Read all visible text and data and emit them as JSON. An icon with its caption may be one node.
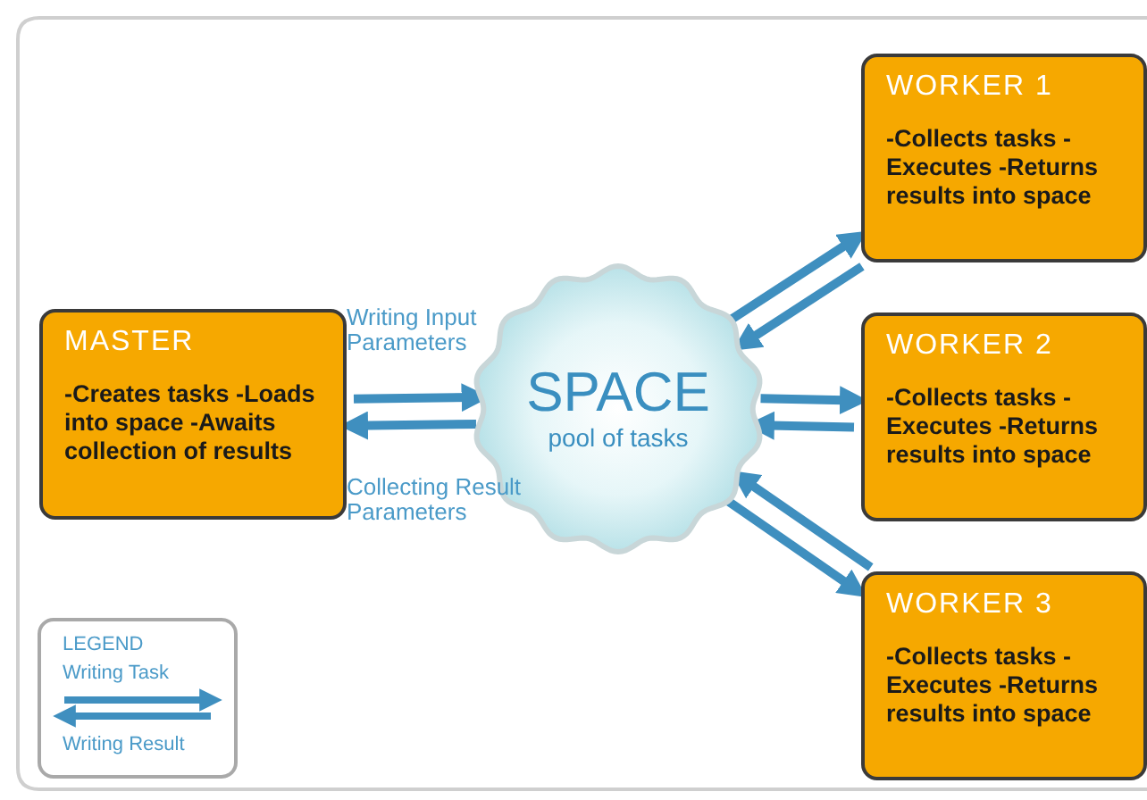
{
  "diagram": {
    "nodes": [
      {
        "text": [
          "MASTER",
          "-Creates tasks -Loads into space -Awaits collection of results"
        ]
      },
      {
        "text": [
          "SPACE",
          "pool of tasks"
        ]
      },
      {
        "text": [
          "WORKER 1",
          "-Collects tasks -Executes -Returns results into space"
        ]
      },
      {
        "text": [
          "WORKER 2",
          "-Collects tasks -Executes -Returns results into space"
        ]
      },
      {
        "text": [
          "WORKER 3",
          "-Collects tasks -Executes -Returns results into space"
        ]
      }
    ],
    "edges": [
      {
        "from": 0,
        "to": 1,
        "arrow": "to",
        "label": "Writing Input Parameters"
      },
      {
        "from": 1,
        "to": 0,
        "arrow": "to",
        "label": "Collecting Result Parameters"
      },
      {
        "from": 1,
        "to": 2,
        "arrow": "to"
      },
      {
        "from": 2,
        "to": 1,
        "arrow": "to"
      },
      {
        "from": 1,
        "to": 3,
        "arrow": "to"
      },
      {
        "from": 3,
        "to": 1,
        "arrow": "to"
      },
      {
        "from": 4,
        "to": 1,
        "arrow": "to"
      },
      {
        "from": 1,
        "to": 4,
        "arrow": "to"
      }
    ],
    "labels": [
      "LEGEND"
    ],
    "legend": [
      {
        "text": "Writing Task"
      },
      {
        "text": "Writing Result"
      }
    ]
  }
}
